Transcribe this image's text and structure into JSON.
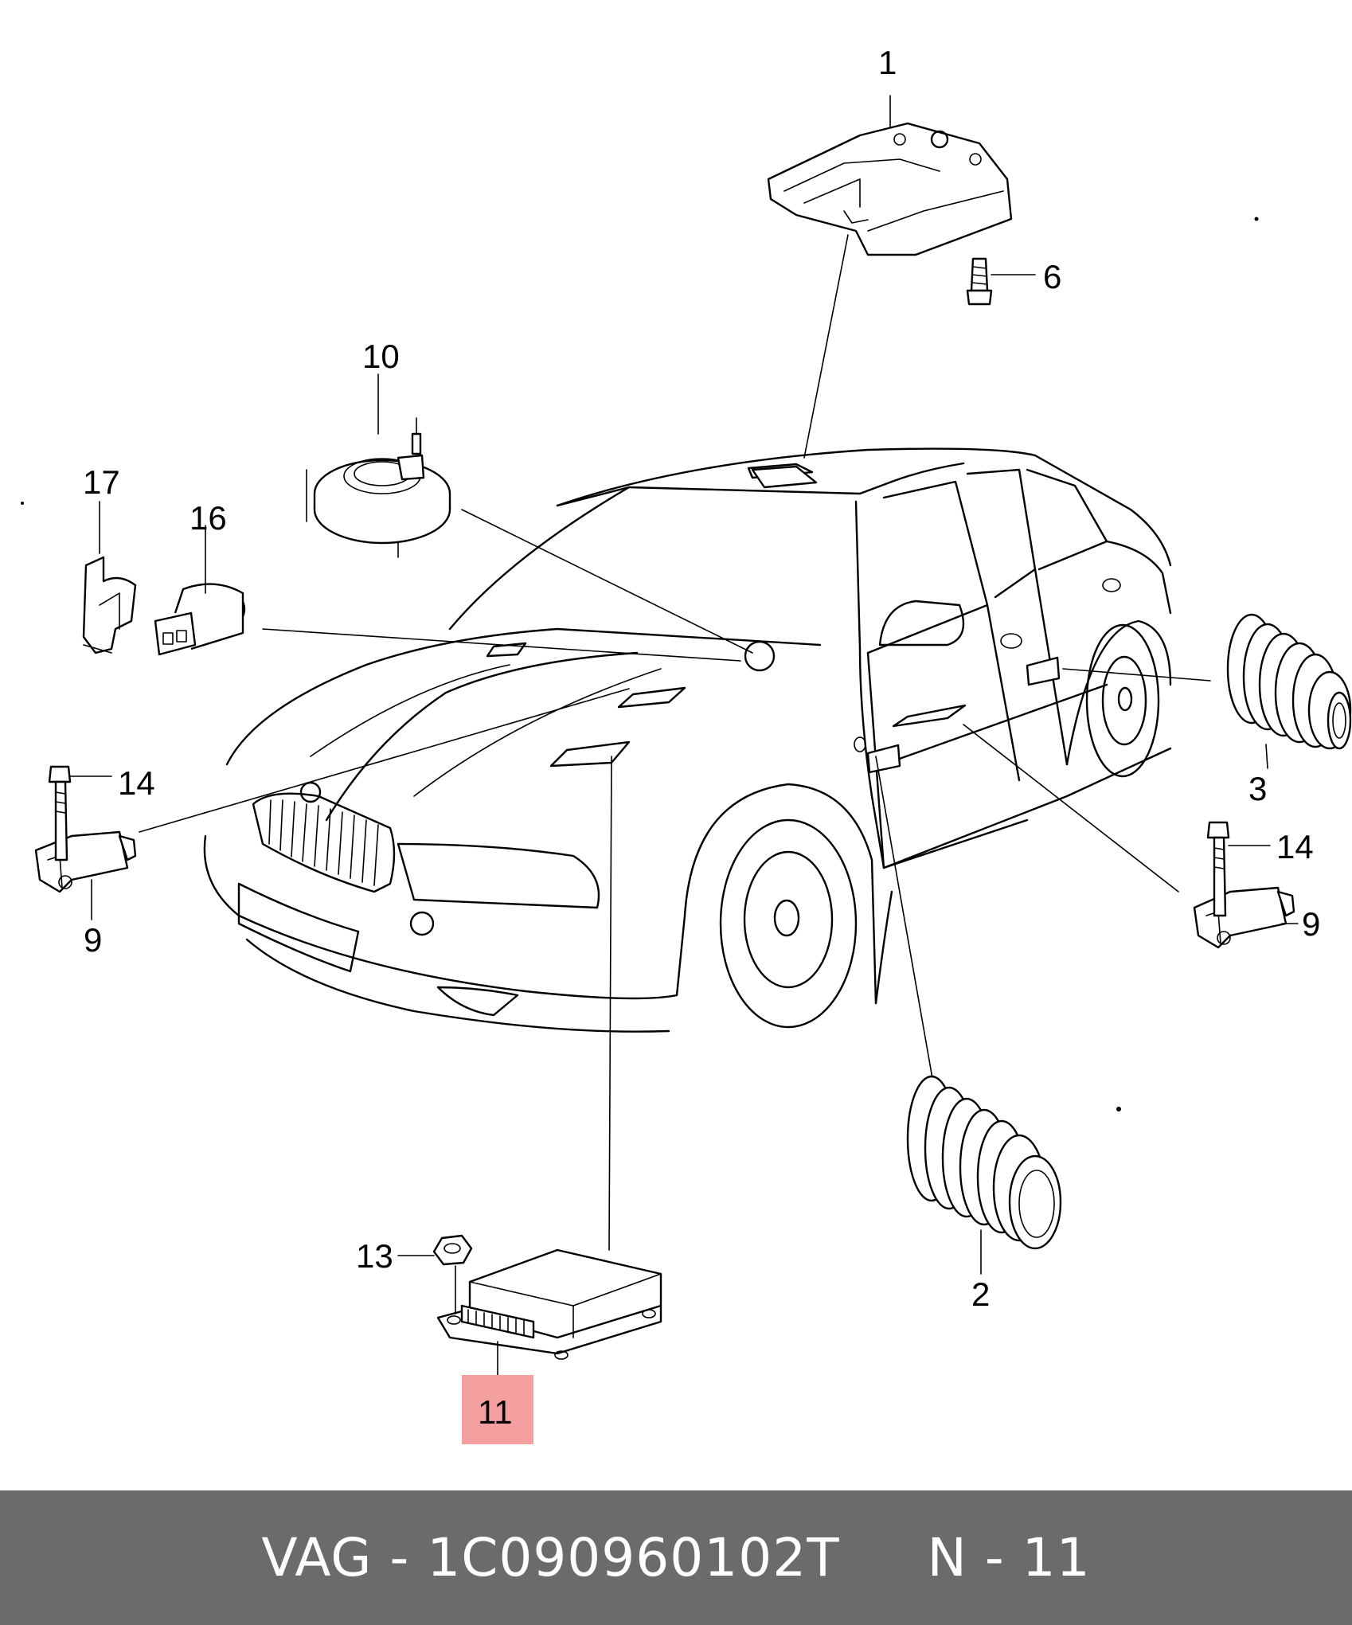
{
  "diagram": {
    "callouts": {
      "c1": "1",
      "c2": "2",
      "c3": "3",
      "c6": "6",
      "c9_left": "9",
      "c9_right": "9",
      "c10": "10",
      "c11": "11",
      "c13": "13",
      "c14_left": "14",
      "c14_right": "14",
      "c16": "16",
      "c17": "17"
    },
    "highlight_color": "#f4a0a0"
  },
  "footer": {
    "brand": "VAG",
    "separator": "-",
    "part_number": "1C090960102T",
    "position_label": "N - 11",
    "background_color": "#6b6b6b"
  }
}
